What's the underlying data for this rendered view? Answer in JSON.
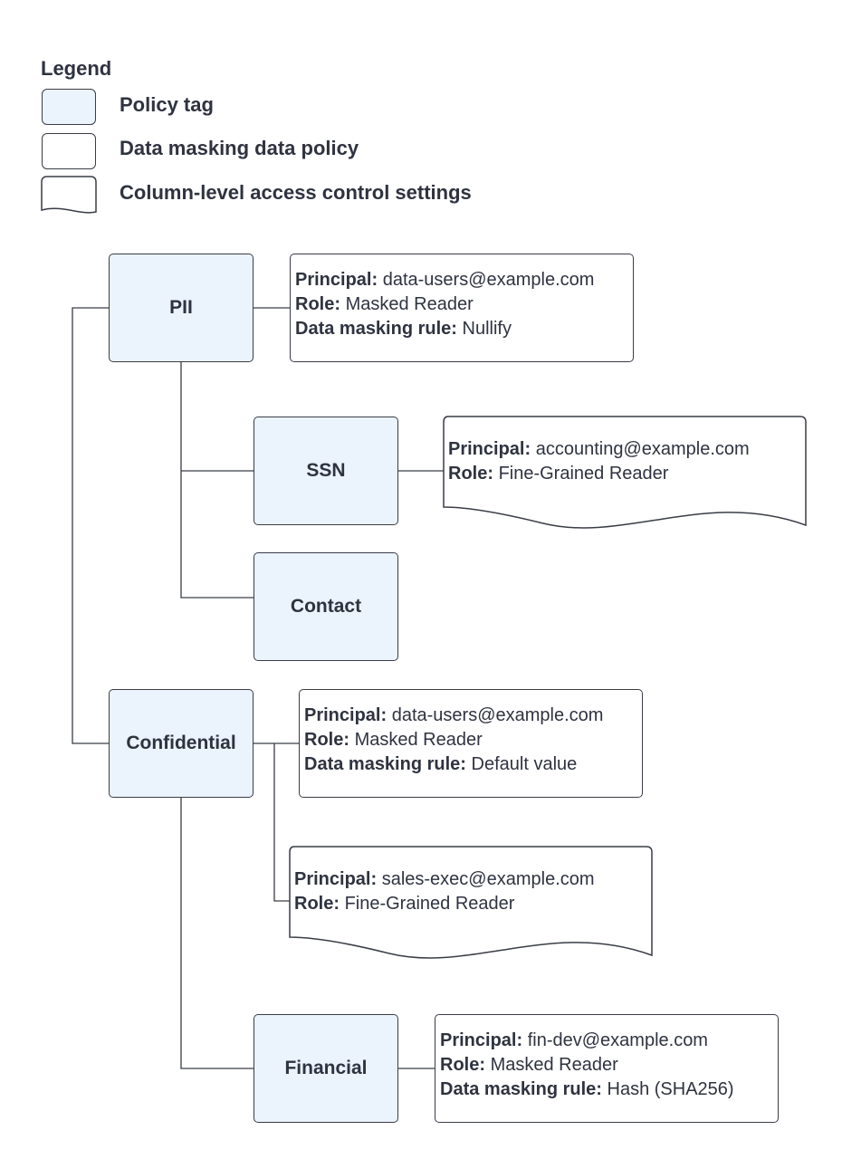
{
  "legend": {
    "title": "Legend",
    "items": [
      {
        "kind": "policy-tag",
        "label": "Policy tag"
      },
      {
        "kind": "data-masking-policy",
        "label": "Data masking data policy"
      },
      {
        "kind": "column-level-access-control",
        "label": "Column-level access control settings"
      }
    ]
  },
  "colors": {
    "policy_tag_fill": "#ebf3fd",
    "border": "#3a3d47",
    "text": "#2f3340"
  },
  "tags": {
    "pii": "PII",
    "ssn": "SSN",
    "contact": "Contact",
    "confidential": "Confidential",
    "financial": "Financial"
  },
  "policies": {
    "pii_masking": {
      "principal_label": "Principal:",
      "principal": "data-users@example.com",
      "role_label": "Role:",
      "role": "Masked Reader",
      "rule_label": "Data masking rule:",
      "rule": "Nullify"
    },
    "ssn_access": {
      "principal_label": "Principal:",
      "principal": "accounting@example.com",
      "role_label": "Role:",
      "role": "Fine-Grained Reader"
    },
    "confidential_masking": {
      "principal_label": "Principal:",
      "principal": "data-users@example.com",
      "role_label": "Role:",
      "role": "Masked Reader",
      "rule_label": "Data masking rule:",
      "rule": "Default value"
    },
    "confidential_access": {
      "principal_label": "Principal:",
      "principal": "sales-exec@example.com",
      "role_label": "Role:",
      "role": "Fine-Grained Reader"
    },
    "financial_masking": {
      "principal_label": "Principal:",
      "principal": "fin-dev@example.com",
      "role_label": "Role:",
      "role": "Masked Reader",
      "rule_label": "Data masking rule:",
      "rule": "Hash (SHA256)"
    }
  }
}
